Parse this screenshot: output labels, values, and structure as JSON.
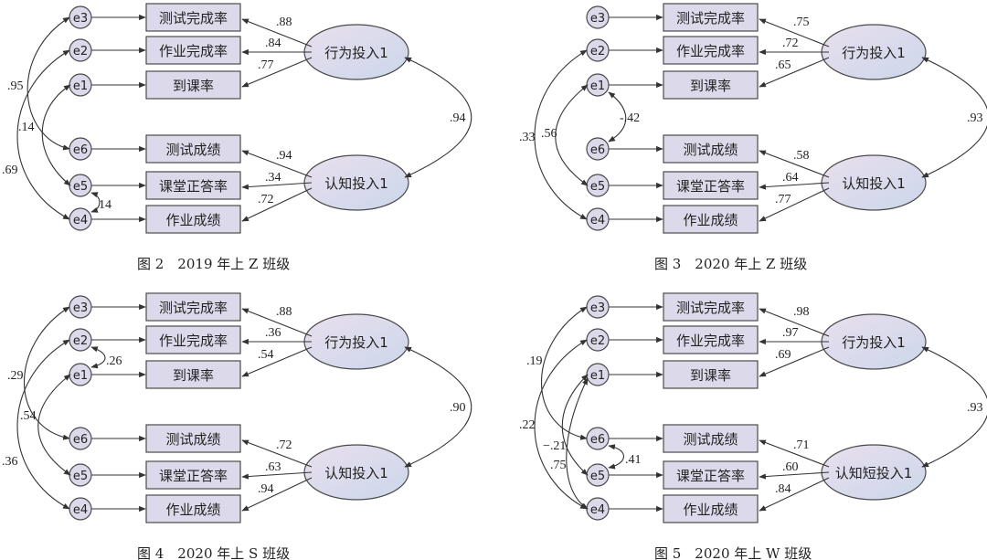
{
  "panels": [
    {
      "caption": "图 2　2019 年上 Z 班级",
      "errors": [
        "e3",
        "e2",
        "e1",
        "e6",
        "e5",
        "e4"
      ],
      "indicators": [
        "测试完成率",
        "作业完成率",
        "到课率",
        "测试成绩",
        "课堂正答率",
        "作业成绩"
      ],
      "factors": [
        "行为投入1",
        "认知投入1"
      ],
      "loadings": [
        ".88",
        ".84",
        ".77",
        ".94",
        ".34",
        ".72"
      ],
      "factor_corr": ".94",
      "error_cov_labels": [
        ".95",
        ".14",
        ".69",
        "14"
      ]
    },
    {
      "caption": "图 3　2020 年上 Z 班级",
      "errors": [
        "e3",
        "e2",
        "e1",
        "e6",
        "e5",
        "e4"
      ],
      "indicators": [
        "测试完成率",
        "作业完成率",
        "到课率",
        "测试成绩",
        "课堂正答率",
        "作业成绩"
      ],
      "factors": [
        "行为投入1",
        "认知投入1"
      ],
      "loadings": [
        ".75",
        ".72",
        ".65",
        ".58",
        ".64",
        ".77"
      ],
      "factor_corr": ".93",
      "error_cov_labels": [
        ".33",
        ".56",
        "-.42"
      ]
    },
    {
      "caption": "图 4　2020 年上 S 班级",
      "errors": [
        "e3",
        "e2",
        "e1",
        "e6",
        "e5",
        "e4"
      ],
      "indicators": [
        "测试完成率",
        "作业完成率",
        "到课率",
        "测试成绩",
        "课堂正答率",
        "作业成绩"
      ],
      "factors": [
        "行为投入1",
        "认知投入1"
      ],
      "loadings": [
        ".88",
        ".36",
        ".54",
        ".72",
        ".63",
        ".94"
      ],
      "factor_corr": ".90",
      "error_cov_labels": [
        ".29",
        ".54",
        ".36",
        ".26"
      ]
    },
    {
      "caption": "图 5　2020 年上 W 班级",
      "errors": [
        "e3",
        "e2",
        "e1",
        "e6",
        "e5",
        "e4"
      ],
      "indicators": [
        "测试完成率",
        "作业完成率",
        "到课率",
        "测试成绩",
        "课堂正答率",
        "作业成绩"
      ],
      "factors": [
        "行为投入1",
        "认知短投入1"
      ],
      "loadings": [
        ".98",
        ".97",
        ".69",
        ".71",
        ".60",
        ".84"
      ],
      "factor_corr": ".93",
      "error_cov_labels": [
        ".19",
        ".22",
        "−.21",
        ".75",
        ".41"
      ]
    }
  ],
  "colors": {
    "box_fill": "#dcdaea",
    "ellipse_fill_start": "#e6e3f0",
    "ellipse_fill_end": "#cfd8ea",
    "stroke": "#4a4a4a"
  }
}
